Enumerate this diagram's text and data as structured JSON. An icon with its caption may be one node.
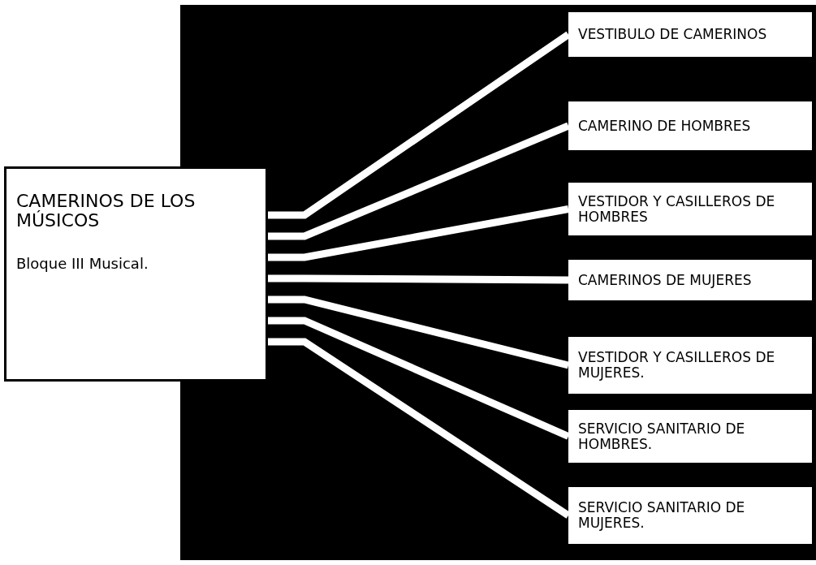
{
  "diagram": {
    "nodes": [
      {
        "text": [
          "CAMERINOS DE LOS MÚSICOS",
          "Bloque III Musical."
        ]
      },
      {
        "text": [
          "VESTIBULO DE CAMERINOS"
        ]
      },
      {
        "text": [
          "CAMERINO DE HOMBRES"
        ]
      },
      {
        "text": [
          "VESTIDOR Y CASILLEROS DE HOMBRES"
        ]
      },
      {
        "text": [
          "CAMERINOS DE MUJERES"
        ]
      },
      {
        "text": [
          "VESTIDOR Y CASILLEROS DE MUJERES."
        ]
      },
      {
        "text": [
          "SERVICIO SANITARIO DE HOMBRES."
        ]
      },
      {
        "text": [
          "SERVICIO SANITARIO DE MUJERES."
        ]
      }
    ],
    "edges": [
      {
        "from": 0,
        "to": 1,
        "arrow": "none"
      },
      {
        "from": 0,
        "to": 2,
        "arrow": "none"
      },
      {
        "from": 0,
        "to": 3,
        "arrow": "none"
      },
      {
        "from": 0,
        "to": 4,
        "arrow": "none"
      },
      {
        "from": 0,
        "to": 5,
        "arrow": "none"
      },
      {
        "from": 0,
        "to": 6,
        "arrow": "none"
      },
      {
        "from": 0,
        "to": 7,
        "arrow": "none"
      }
    ]
  }
}
